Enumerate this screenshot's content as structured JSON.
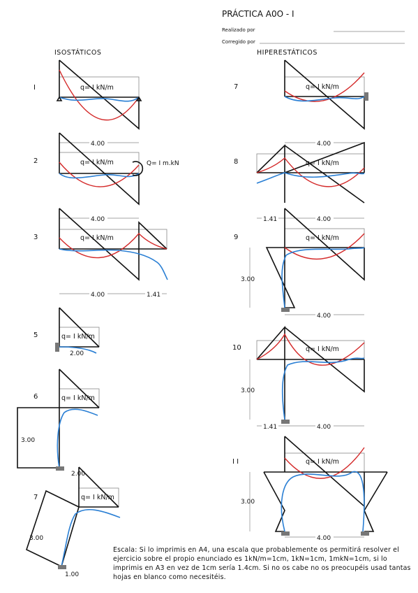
{
  "header": {
    "title": "PRÁCTICA A0O - I",
    "done_by": "Realizado por",
    "corrected_by": "Corregido por"
  },
  "sections": {
    "isostatic": "ISOSTÁTICOS",
    "hyperstatic": "HIPERESTÁTICOS"
  },
  "load": "q= I kN/m",
  "moment_load": "Q= I m.kN",
  "dimensions": {
    "span": "4.00",
    "cantilever": "1.41",
    "height": "3.00",
    "short_span": "2.00",
    "unit_span": "1.00"
  },
  "problems": {
    "p1": "I",
    "p2": "2",
    "p3": "3",
    "p5": "5",
    "p6": "6",
    "p7a": "7",
    "p7b": "7",
    "p8": "8",
    "p9": "9",
    "p10": "10",
    "p11": "I I"
  },
  "footer_note": "Escala: Si lo imprimis en A4, una escala que probablemente os permitirá resolver el ejercicio sobre el propio enunciado es 1kN/m=1cm, 1kN=1cm, 1mkN=1cm, si lo imprimis en A3 en vez de 1cm sería 1.4cm. Si no os cabe no os preocupéis usad tantas hojas en blanco como necesitéis.",
  "colors": {
    "moment": "#d42a2a",
    "deformed": "#2a7fd4",
    "structure": "#111111"
  }
}
